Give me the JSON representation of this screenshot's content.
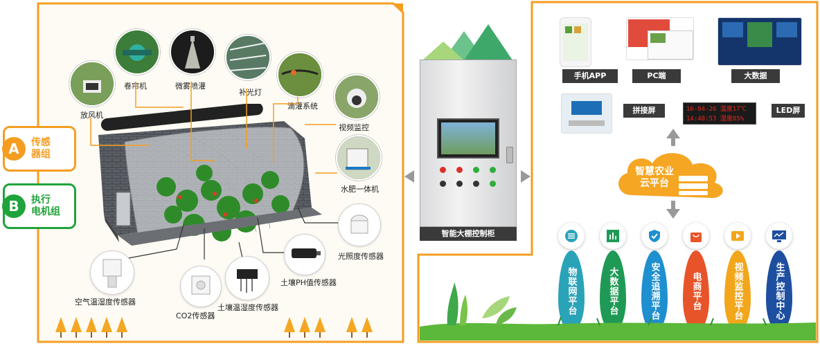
{
  "left": {
    "tags": [
      {
        "letter": "A",
        "text_l1": "传感",
        "text_l2": "器组",
        "color": "#f59d21"
      },
      {
        "letter": "B",
        "text_l1": "执行",
        "text_l2": "电机组",
        "color": "#1fa33a"
      }
    ],
    "actuators": {
      "ventilator": "放风机",
      "curtain": "卷帘机",
      "mist": "微雾喷灌",
      "light": "补光灯",
      "drip": "滴灌系统",
      "video": "视频监控",
      "fertilizer": "水肥一体机"
    },
    "sensors": {
      "air": "空气温湿度传感器",
      "co2": "CO2传感器",
      "soil_th": "土壤温湿度传感器",
      "soil_ph": "土壤PH值传感器",
      "light_s": "光照度传感器"
    }
  },
  "middle": {
    "cabinet_label": "智能大棚控制柜"
  },
  "right": {
    "screens": {
      "mobile": "手机APP",
      "pc": "PC端",
      "bigdata": "大数据",
      "splice": "拼接屏",
      "led": "LED屏"
    },
    "led_text": {
      "line1": "16-04-26 温度17℃",
      "line2": "14:48:53 湿度85%"
    },
    "cloud": {
      "l1": "智慧农业",
      "l2": "云平台"
    },
    "platforms": [
      {
        "text": "物联网平台",
        "color": "#2aa3b8"
      },
      {
        "text": "大数据平台",
        "color": "#1f9a56"
      },
      {
        "text": "安全追溯平台",
        "color": "#1e8fcf"
      },
      {
        "text": "电商平台",
        "color": "#e8542a"
      },
      {
        "text": "视频监控平台",
        "color": "#f2a61c"
      },
      {
        "text": "生产控制中心",
        "color": "#1d4ea0"
      }
    ],
    "colors": {
      "orange": "#f59d21",
      "green": "#1fa33a"
    }
  }
}
